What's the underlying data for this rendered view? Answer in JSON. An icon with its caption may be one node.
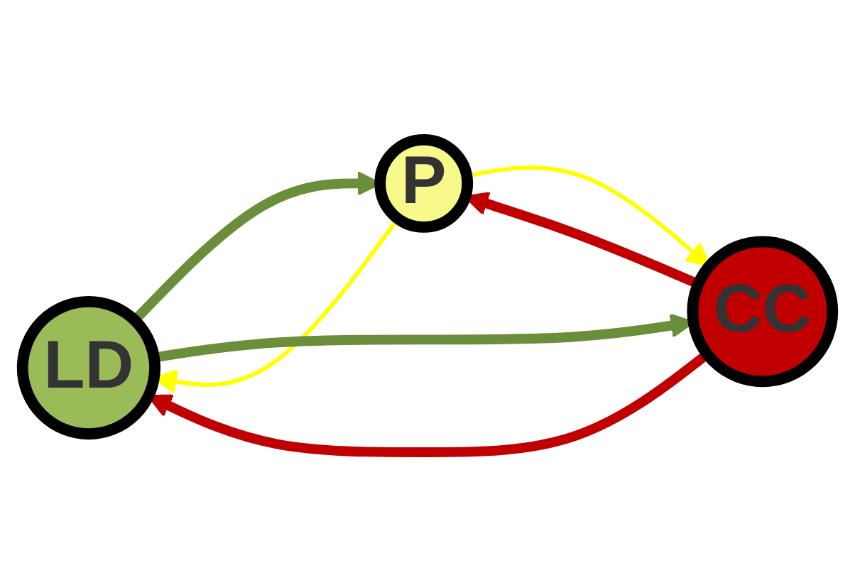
{
  "diagram": {
    "nodes": [
      {
        "text": [
          "LD"
        ]
      },
      {
        "text": [
          "P"
        ]
      },
      {
        "text": [
          "CC"
        ]
      }
    ],
    "edges": [
      {
        "from": 2,
        "to": 0,
        "arrow": "to",
        "color": "#c00000"
      },
      {
        "from": 2,
        "to": 1,
        "arrow": "to",
        "color": "#c00000"
      },
      {
        "from": 1,
        "to": 0,
        "arrow": "to",
        "color": "#ffff00"
      },
      {
        "from": 0,
        "to": 1,
        "arrow": "to",
        "color": "#6b8e3a"
      },
      {
        "from": 1,
        "to": 2,
        "arrow": "to",
        "color": "#ffff00"
      },
      {
        "from": 0,
        "to": 2,
        "arrow": "to",
        "color": "#6b8e3a"
      }
    ]
  }
}
